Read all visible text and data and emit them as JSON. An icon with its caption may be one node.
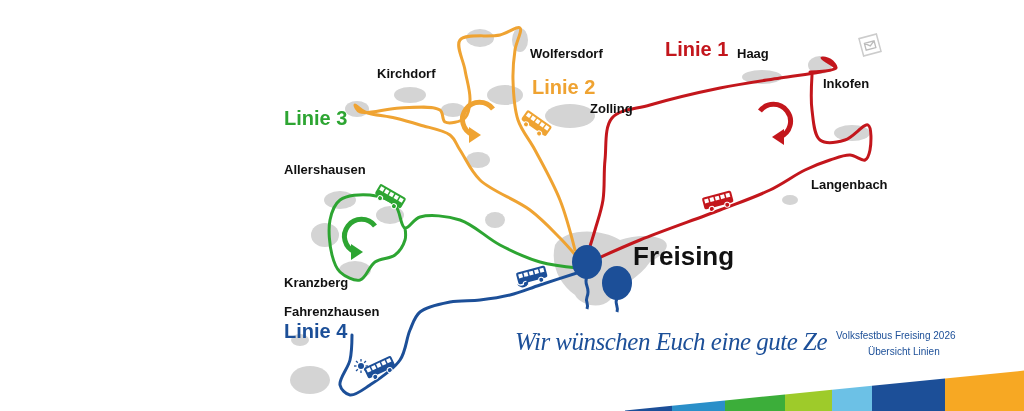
{
  "diagram": {
    "labels": [
      "Wolfersdorf",
      "Linie 1",
      "Haag",
      "Kirchdorf",
      "Linie 2",
      "Inkofen",
      "Zolling",
      "Linie 3",
      "Allershausen",
      "Langenbach",
      "Freising",
      "Kranzberg",
      "Fahrenzhausen",
      "Linie 4",
      "Wir wünschen Euch eine gute Ze",
      "Volksfestbus Freising 2026",
      "Übersicht Linien"
    ]
  }
}
